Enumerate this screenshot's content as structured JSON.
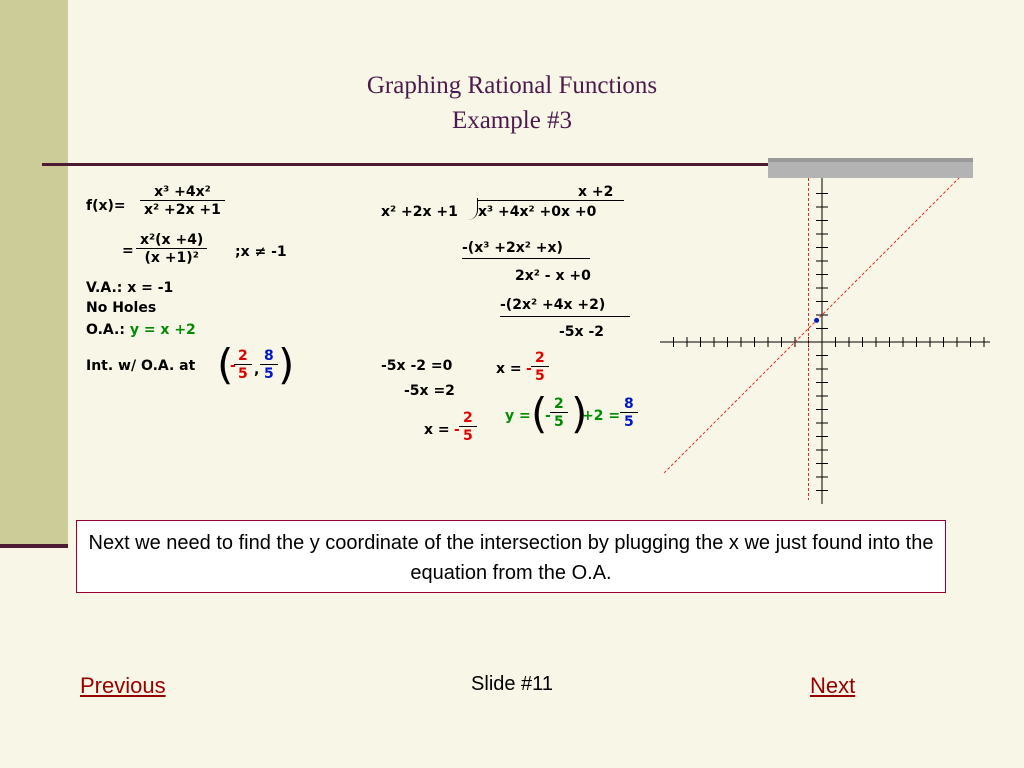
{
  "title": {
    "line1": "Graphing Rational Functions",
    "line2": "Example #3"
  },
  "left_work": {
    "fx_label": "f(x)",
    "eq": "=",
    "fx_num": "x³ +4x²",
    "fx_den": "x² +2x +1",
    "factored_num": "x²(x +4)",
    "factored_den": "(x +1)²",
    "domain_note": ";x ≠ -1",
    "va": "V.A.: x = -1",
    "holes": "No Holes",
    "oa_label": "O.A.:",
    "oa_eq": "y = x +2",
    "int_label": "Int. w/ O.A. at",
    "int_x_sign": "-",
    "int_x_num": "2",
    "int_x_den": "5",
    "comma": ",",
    "int_y_num": "8",
    "int_y_den": "5"
  },
  "division": {
    "quotient": "x +2",
    "divisor": "x² +2x +1",
    "dividend": "x³ +4x² +0x +0",
    "sub1": "-(x³ +2x² +x)",
    "rem1": "2x² -  x +0",
    "sub2": "-(2x² +4x +2)",
    "rem2": "-5x -2"
  },
  "solve": {
    "eq1": "-5x -2 =0",
    "eq2": "-5x =2",
    "x_label": "x =",
    "x_sign": "-",
    "x_num": "2",
    "x_den": "5",
    "x2_label": "x =",
    "x2_sign": "-",
    "x2_num": "2",
    "x2_den": "5",
    "y_label": "y =",
    "y_sign": "-",
    "y_num": "2",
    "y_den": "5",
    "y_plus": "+2 =",
    "y_res_num": "8",
    "y_res_den": "5"
  },
  "graph": {
    "axis_color": "#000000",
    "asymptote_color": "#e03020",
    "point_color": "#0018c8",
    "vertical_asymptote_x": -1,
    "oblique_asymptote": "y = x + 2",
    "intersection": [
      -0.4,
      1.6
    ]
  },
  "note": "Next we need to find the y coordinate of the intersection by plugging the x we just found into the equation from the O.A.",
  "footer": {
    "previous": "Previous",
    "slide": "Slide #11",
    "next": "Next"
  }
}
